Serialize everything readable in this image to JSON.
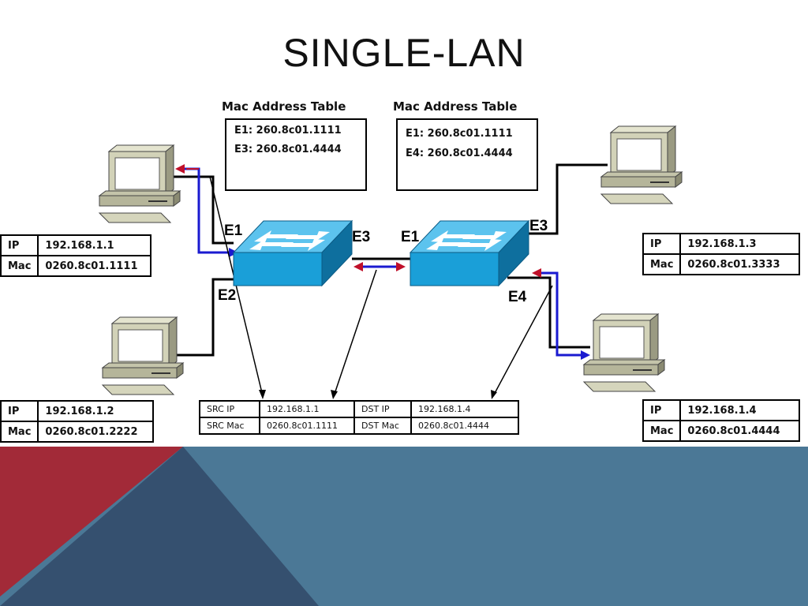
{
  "title": "SINGLE-LAN",
  "mac_tables": [
    {
      "title": "Mac Address Table",
      "entries": [
        "E1: 260.8c01.1111",
        "E3: 260.8c01.4444"
      ]
    },
    {
      "title": "Mac Address Table",
      "entries": [
        "E1: 260.8c01.1111",
        "E4: 260.8c01.4444"
      ]
    }
  ],
  "ports": {
    "switch1": {
      "e1": "E1",
      "e2": "E2",
      "e3": "E3"
    },
    "switch2": {
      "e1": "E1",
      "e3": "E3",
      "e4": "E4"
    }
  },
  "hosts": [
    {
      "ip_label": "IP",
      "ip": "192.168.1.1",
      "mac_label": "Mac",
      "mac": "0260.8c01.1111"
    },
    {
      "ip_label": "IP",
      "ip": "192.168.1.2",
      "mac_label": "Mac",
      "mac": "0260.8c01.2222"
    },
    {
      "ip_label": "IP",
      "ip": "192.168.1.3",
      "mac_label": "Mac",
      "mac": "0260.8c01.3333"
    },
    {
      "ip_label": "IP",
      "ip": "192.168.1.4",
      "mac_label": "Mac",
      "mac": "0260.8c01.4444"
    }
  ],
  "packet": {
    "src_ip_label": "SRC IP",
    "src_ip": "192.168.1.1",
    "dst_ip_label": "DST IP",
    "dst_ip": "192.168.1.4",
    "src_mac_label": "SRC Mac",
    "src_mac": "0260.8c01.1111",
    "dst_mac_label": "DST Mac",
    "dst_mac": "0260.8c01.4444"
  },
  "colors": {
    "switch_face": "#1a9fd8",
    "switch_top": "#5cc3ee",
    "switch_side": "#0e6f9e",
    "path_blue": "#1a1ad0",
    "path_red": "#c0102a",
    "footer_red": "#a22a38",
    "footer_navy": "#35506f",
    "footer_steel": "#4b7896"
  }
}
